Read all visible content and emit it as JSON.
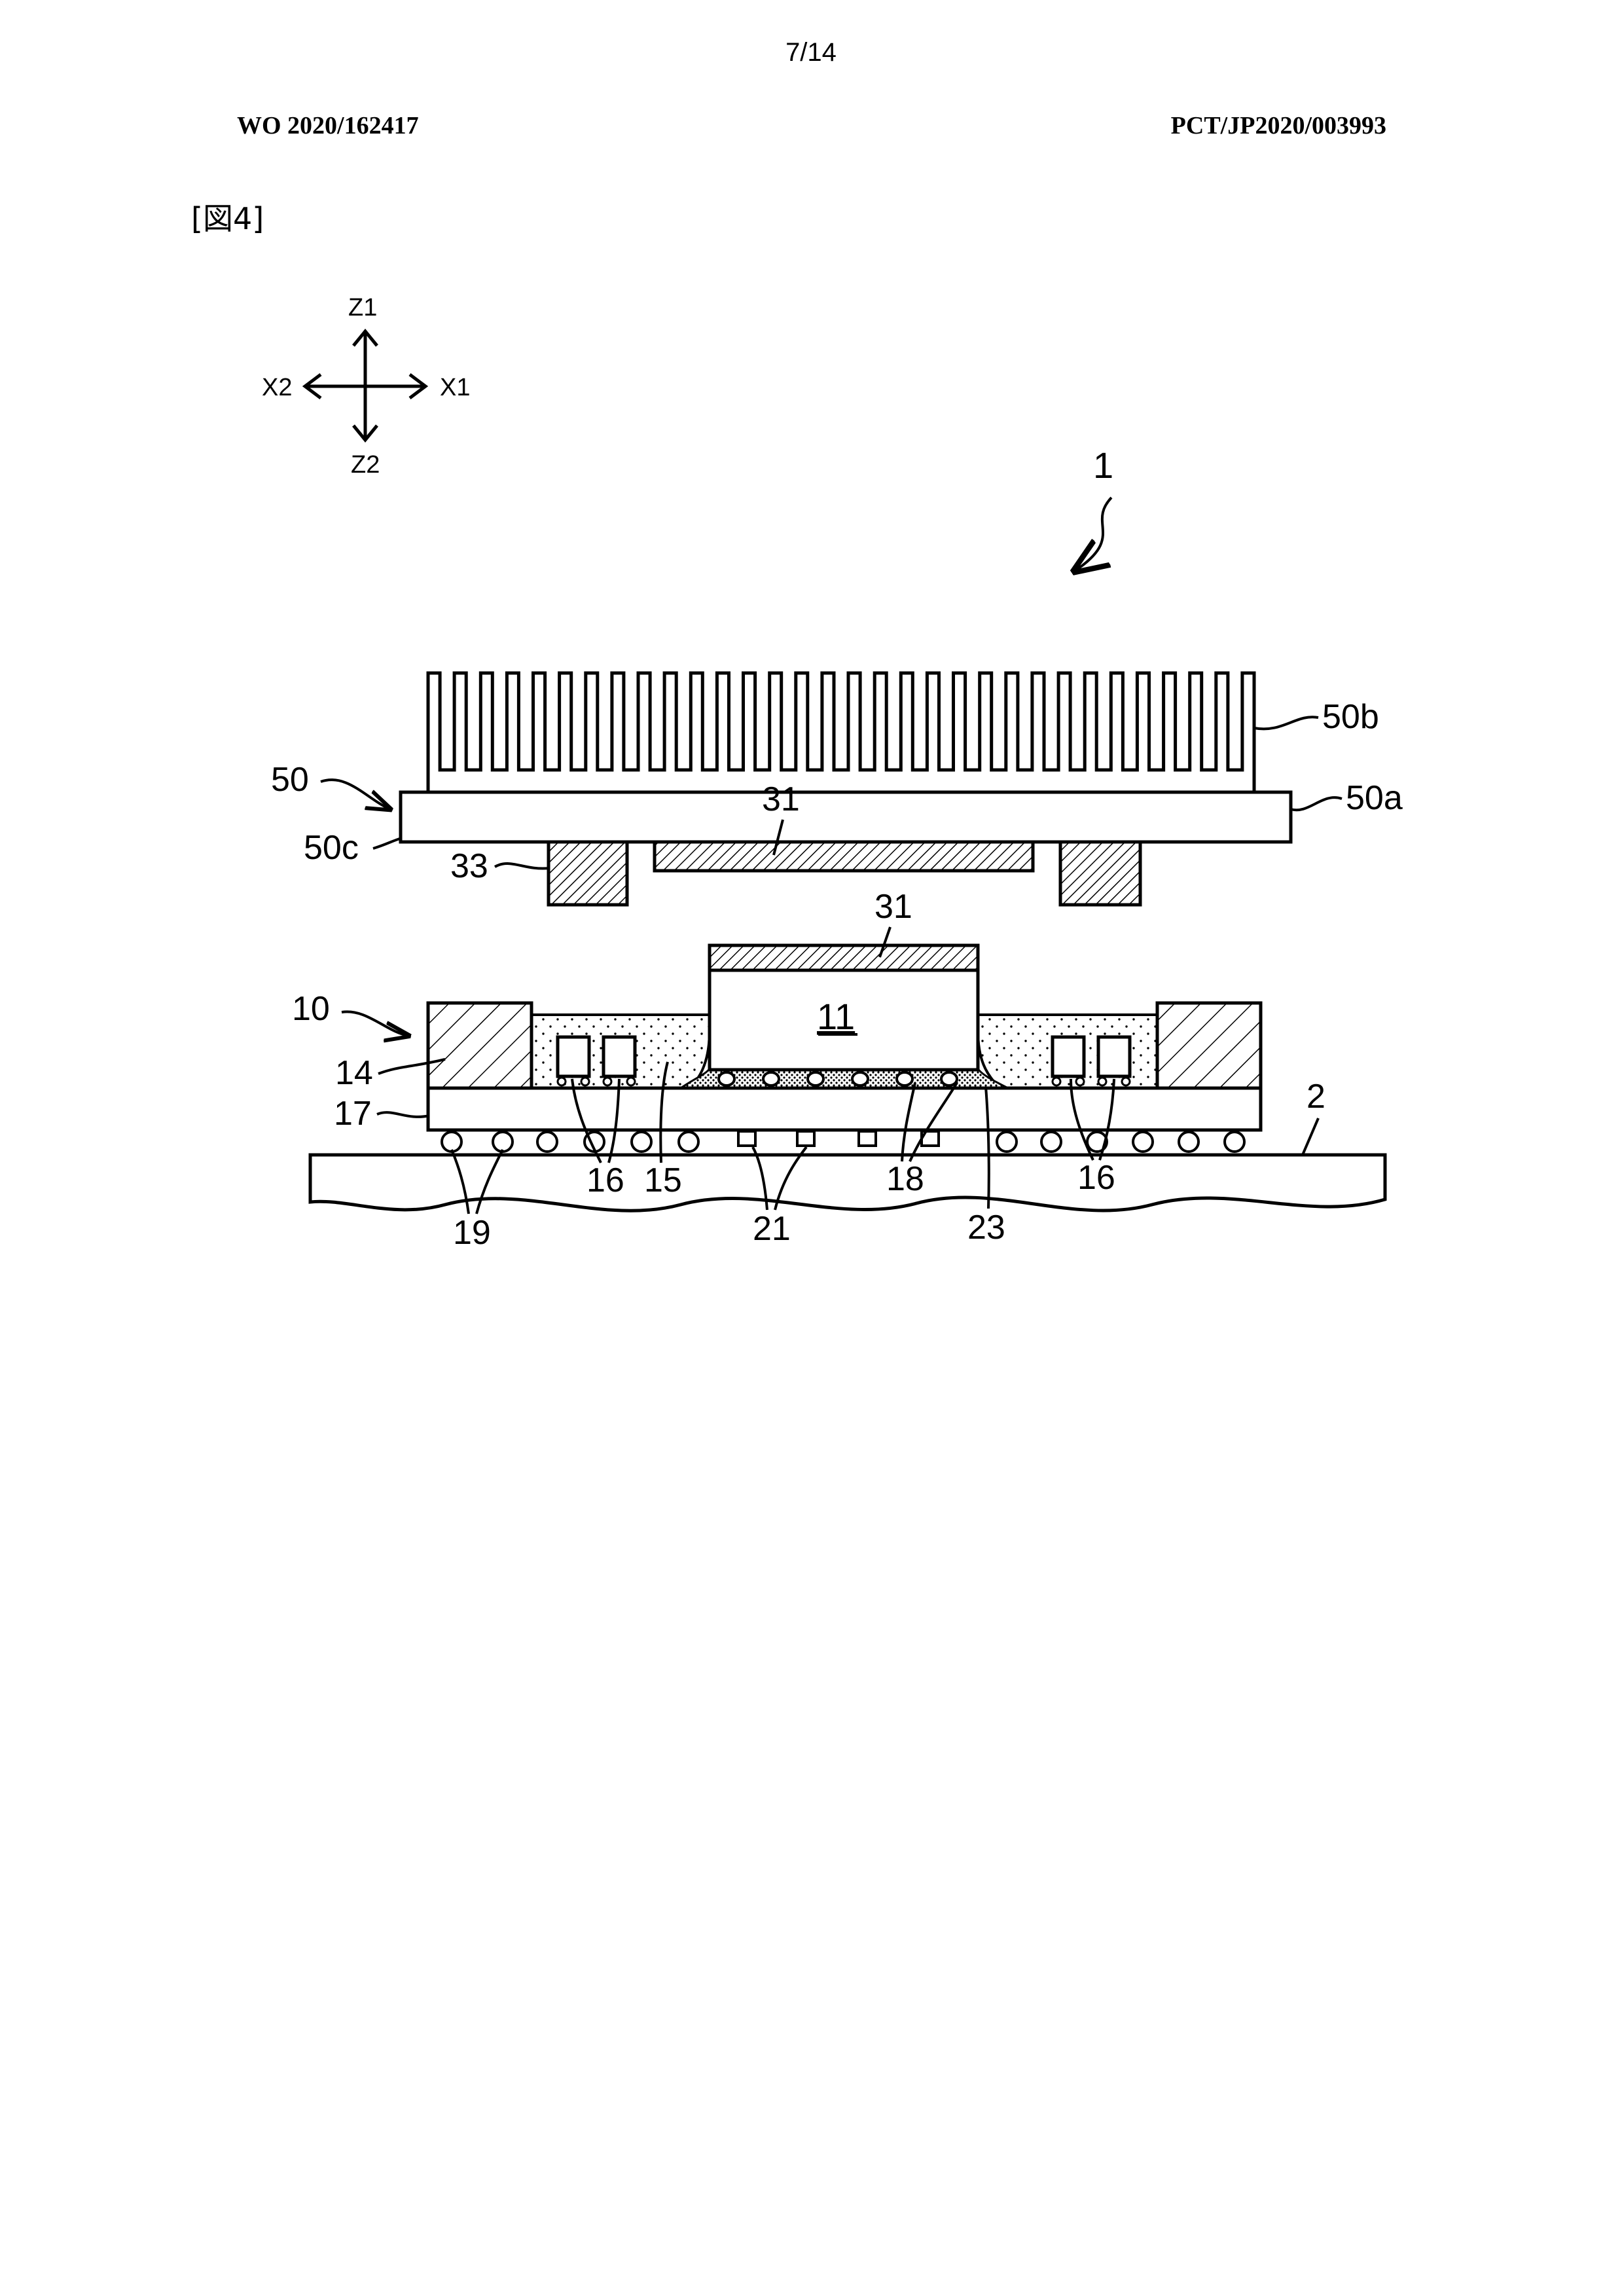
{
  "header": {
    "page_number": "7/14",
    "publication_number": "WO 2020/162417",
    "application_number": "PCT/JP2020/003993"
  },
  "figure": {
    "label": "[図4]"
  },
  "axes": {
    "up": "Z1",
    "down": "Z2",
    "left": "X2",
    "right": "X1"
  },
  "reference_numerals": {
    "assembly": "1",
    "board": "2",
    "package": "10",
    "chip": "11",
    "stiffener": "14",
    "underfill": "15",
    "components_left": "16",
    "components_right": "16",
    "substrate": "17",
    "bumps": "18",
    "balls": "19",
    "pads": "21",
    "resin": "23",
    "tim_heatsink": "31",
    "tim_chip": "31",
    "spacer": "33",
    "heatsink": "50",
    "base": "50a",
    "fins": "50b",
    "base_bottom": "50c"
  },
  "colors": {
    "ink": "#000000",
    "paper": "#ffffff"
  }
}
